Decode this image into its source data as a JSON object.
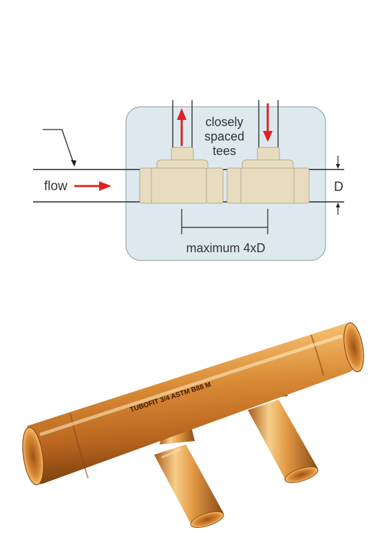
{
  "diagram": {
    "flow_label": "flow",
    "tees_label_lines": [
      "closely",
      "spaced",
      "tees"
    ],
    "dimension_label": "D",
    "spacing_label": "maximum 4xD"
  },
  "photo": {
    "pipe_marking": "TUBOFIT 3/4 ASTM B88 M"
  },
  "colors": {
    "panel_fill": "#dde9ee",
    "panel_stroke": "#9aa9b1",
    "fitting": "#e8dcc0",
    "fitting_stroke": "#b8a888",
    "arrow": "#e02020",
    "line": "#222222",
    "copper_light": "#f7c87a",
    "copper_mid": "#d98a35",
    "copper_dark": "#8a4a14"
  }
}
